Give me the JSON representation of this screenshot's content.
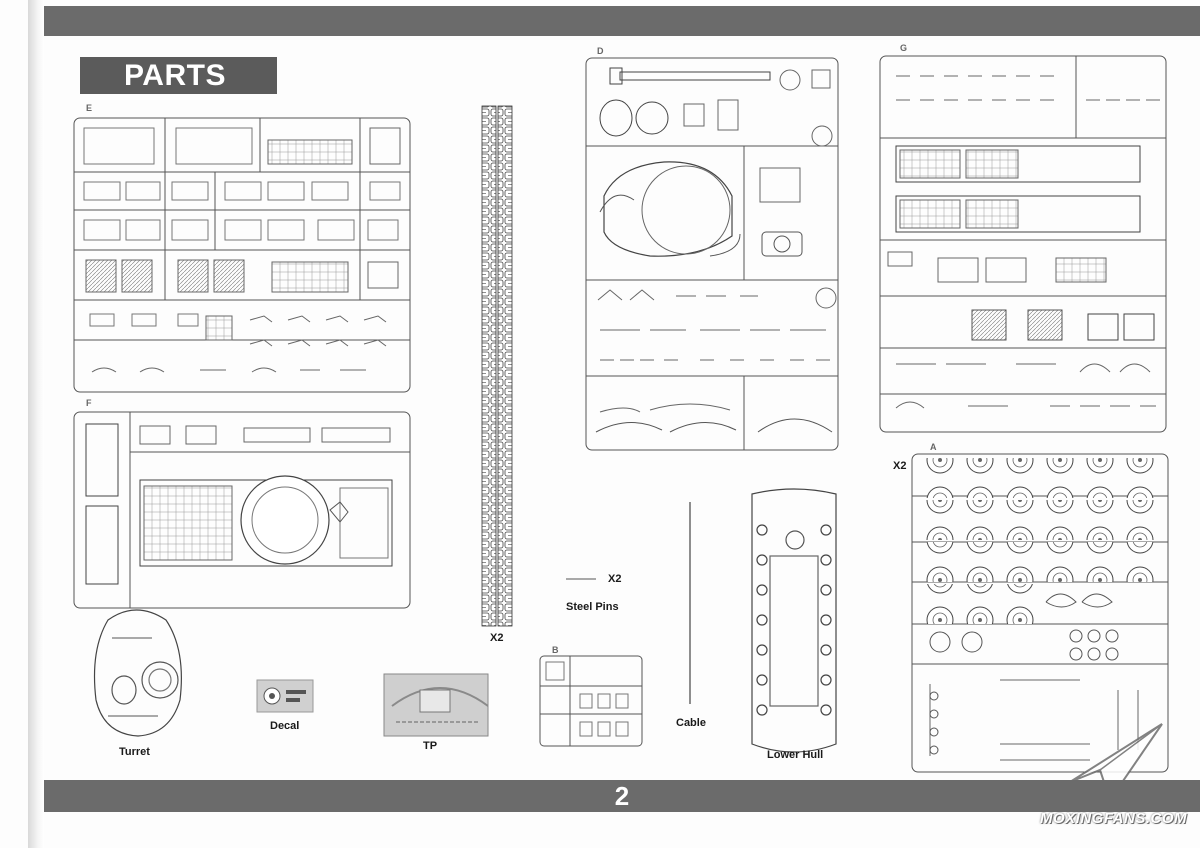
{
  "header": {
    "title": "PARTS"
  },
  "footer": {
    "page_number": "2"
  },
  "labels": {
    "tracks_qty": "X2",
    "steel_pins_qty": "X2",
    "steel_pins": "Steel Pins",
    "cable": "Cable",
    "lower_hull": "Lower Hull",
    "turret": "Turret",
    "decal": "Decal",
    "tp": "TP",
    "sprue_a_qty": "X2"
  },
  "sprues": {
    "e": {
      "letter": "E"
    },
    "f": {
      "letter": "F"
    },
    "d": {
      "letter": "D"
    },
    "g": {
      "letter": "G"
    },
    "a": {
      "letter": "A"
    },
    "b": {
      "letter": "B"
    }
  },
  "watermark": {
    "text": "MOXINGFANS.COM"
  },
  "colors": {
    "band": "#6b6b6b",
    "tab": "#5b5b5b",
    "line": "#555555"
  }
}
